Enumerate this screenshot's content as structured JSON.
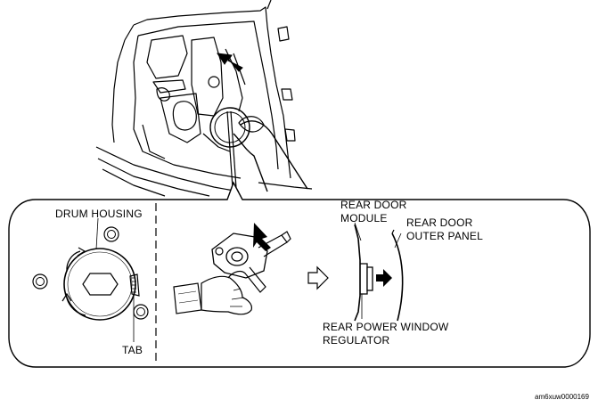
{
  "labels": {
    "drum_housing": "DRUM HOUSING",
    "tab": "TAB",
    "rear_door_module_1": "REAR DOOR",
    "rear_door_module_2": "MODULE",
    "rear_door_outer_panel_1": "REAR DOOR",
    "rear_door_outer_panel_2": "OUTER PANEL",
    "rear_power_window_regulator_1": "REAR POWER WINDOW",
    "rear_power_window_regulator_2": "REGULATOR"
  },
  "reference_code": "am6xuw0000169",
  "icons": [
    "door-assembly-drawing",
    "hand-tool-icon",
    "hollow-arrow-icon",
    "solid-arrow-icon",
    "drum-housing-icon"
  ]
}
